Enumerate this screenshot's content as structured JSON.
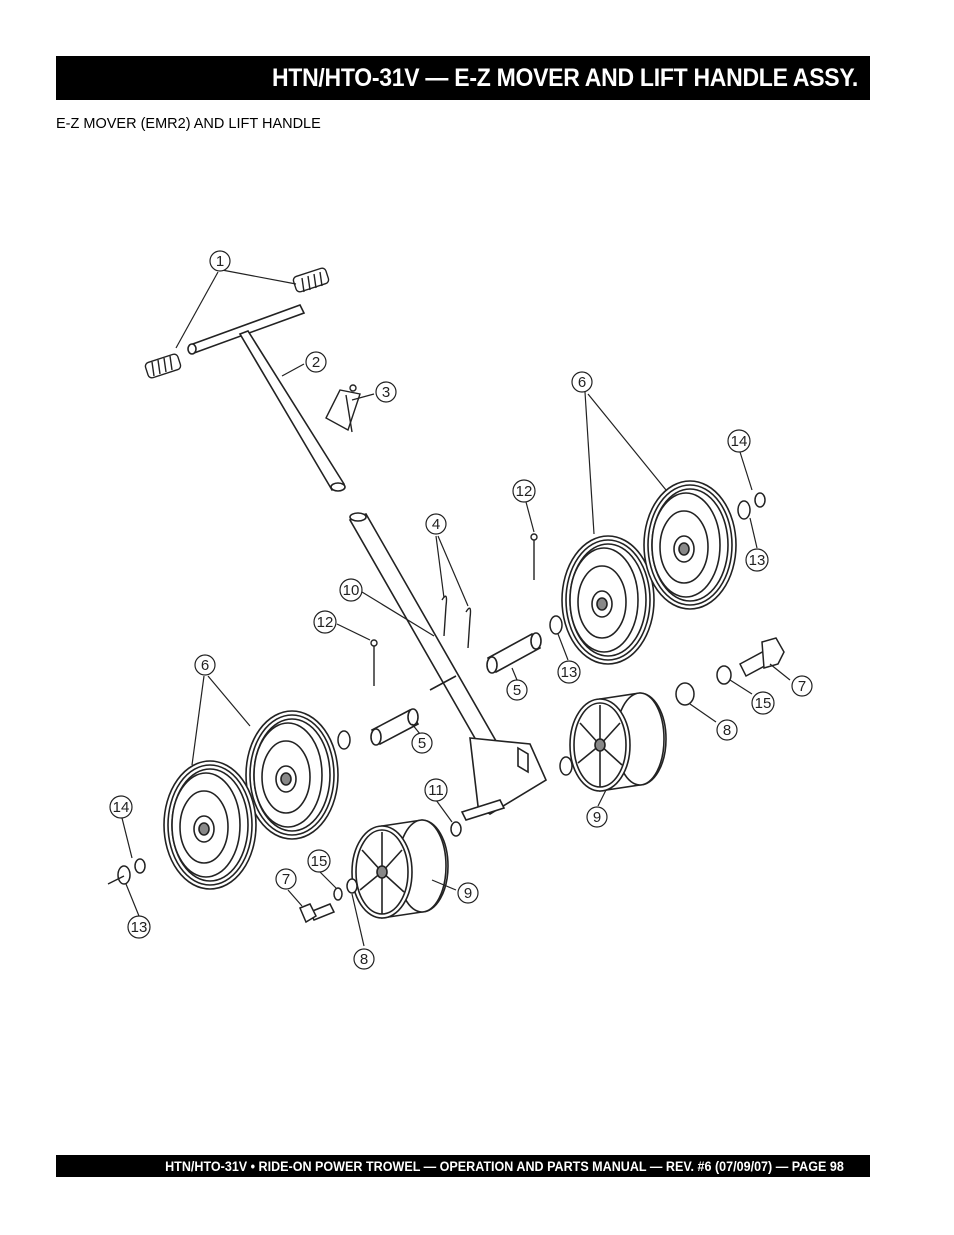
{
  "header": {
    "title": "HTN/HTO-31V — E-Z MOVER AND LIFT HANDLE ASSY."
  },
  "subtitle": "E-Z MOVER  (EMR2) AND LIFT HANDLE",
  "callouts": [
    "1",
    "2",
    "3",
    "4",
    "5",
    "5",
    "6",
    "6",
    "7",
    "7",
    "8",
    "8",
    "9",
    "9",
    "10",
    "11",
    "12",
    "12",
    "13",
    "13",
    "13",
    "14",
    "14",
    "15",
    "15"
  ],
  "footer": {
    "text": "HTN/HTO-31V • RIDE-ON POWER TROWEL — OPERATION AND PARTS MANUAL — REV. #6 (07/09/07) — PAGE 98"
  }
}
